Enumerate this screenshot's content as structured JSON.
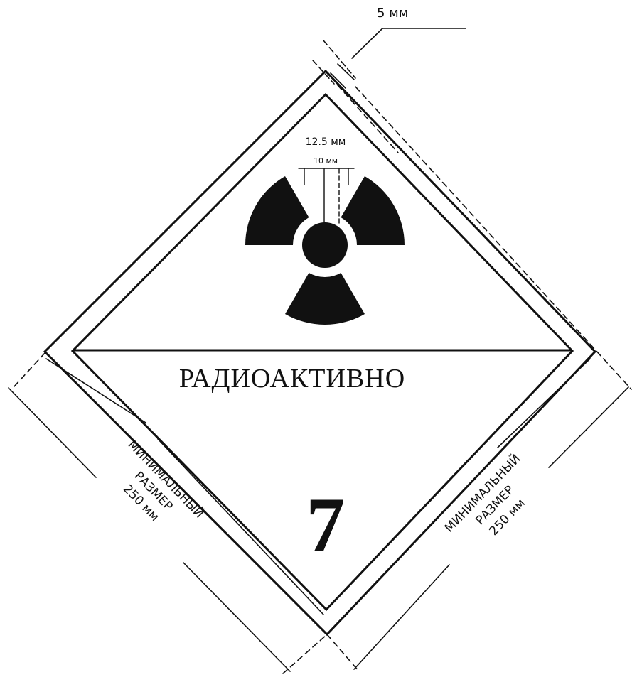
{
  "label": {
    "hazard_text": "РАДИОАКТИВНО",
    "class_number": "7"
  },
  "dimensions": {
    "border_offset": "5 мм",
    "symbol_outer": "12.5 мм",
    "symbol_inner": "10 мм",
    "left_side": {
      "line1": "МИНИМАЛЬНЫЙ",
      "line2": "РАЗМЕР",
      "line3": "250 мм"
    },
    "right_side": {
      "line1": "МИНИМАЛЬНЫЙ",
      "line2": "РАЗМЕР",
      "line3": "250 мм"
    }
  },
  "colors": {
    "ink": "#111111",
    "paper": "#ffffff"
  }
}
